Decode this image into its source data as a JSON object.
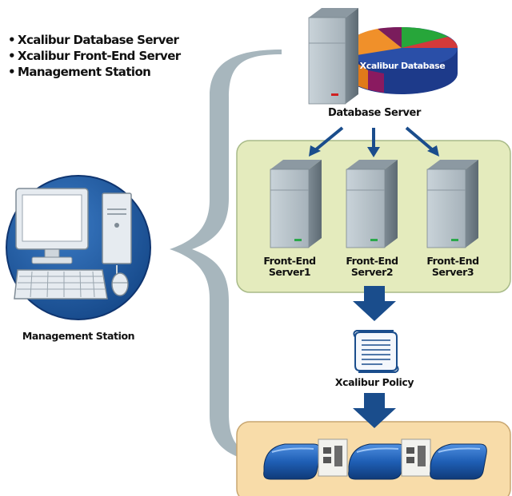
{
  "bullets": [
    "Xcalibur Database Server",
    "Xcalibur Front-End Server",
    "Management Station"
  ],
  "database_label": "Xcalibur Database",
  "database_server_label": "Database Server",
  "front_end_servers": [
    {
      "line1": "Front-End",
      "line2": "Server1"
    },
    {
      "line1": "Front-End",
      "line2": "Server2"
    },
    {
      "line1": "Front-End",
      "line2": "Server3"
    }
  ],
  "management_station_label": "Management Station",
  "policy_label": "Xcalibur Policy",
  "colors": {
    "arrow_blue": "#1a4d8c",
    "brace_gray": "#a7b6bd",
    "frontend_panel": "#e4ebbd",
    "device_panel": "#f8dca9",
    "station_circle": "#1e5ea8"
  },
  "icons": [
    "database-server-icon",
    "database-cylinder-icon",
    "front-end-server-icon",
    "management-computer-icon",
    "policy-document-icon",
    "network-device-icon",
    "wall-outlet-icon",
    "arrow-down-icon",
    "brace-icon"
  ]
}
